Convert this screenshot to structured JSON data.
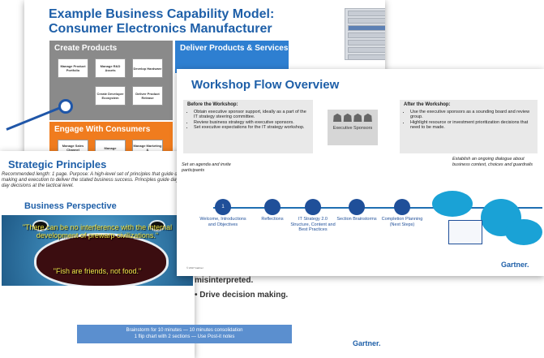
{
  "capability": {
    "title": "Example Business Capability Model: Consumer Electronics Manufacturer",
    "create_products": "Create Products",
    "deliver": "Deliver Products & Services",
    "engage": "Engage With Consumers",
    "items": [
      "Manage Product Portfolio",
      "Manage R&D Assets",
      "Develop Hardware",
      "Create Developer Ecosystem",
      "Deliver Product Release",
      "Manage Sales Channel",
      "Manage",
      "Manage Marketing &"
    ]
  },
  "principles": {
    "title": "Strategic Principles",
    "meta": "Recommended length: 1 page. Purpose: A high-level set of principles that guide decision making and execution to deliver the stated business success. Principles guide day-to-day decisions at the tactical level.",
    "subtitle": "Business Perspective",
    "quote1": "\"There can be no interference with the internal development of prewarp civilizations.\"",
    "quote2": "\"Fish are friends, not food.\"",
    "bullet_a": "misinterpreted.",
    "bullet_b": "• Drive decision making.",
    "footer_bar": "Brainstorm for 10 minutes — 10 minutes consolidation\n1 flip chart with 2 sections — Use Post-it notes",
    "gartner": "Gartner."
  },
  "workshop": {
    "title": "Workshop Flow Overview",
    "before_title": "Before the Workshop:",
    "before_items": [
      "Obtain executive sponsor support, ideally as a part of the IT strategy steering committee.",
      "Review business strategy with executive sponsors.",
      "Set executive expectations for the IT strategy workshop."
    ],
    "sponsors": "Executive Sponsors",
    "after_title": "After the Workshop:",
    "after_items": [
      "Use the executive sponsors as a sounding board and review group.",
      "Highlight resource or investment prioritization decisions that need to be made."
    ],
    "note_left": "Set an agenda and invite participants",
    "note_right": "Establish an ongoing dialogue about business context, choices and guardrails",
    "steps": [
      "Welcome, Introductions and Objectives",
      "Reflections",
      "IT Strategy 2.0 Structure, Content and Best Practices",
      "Section Brainstorms",
      "Completion Planning (Next Steps)"
    ],
    "step1_number": "1",
    "gartner": "Gartner."
  }
}
